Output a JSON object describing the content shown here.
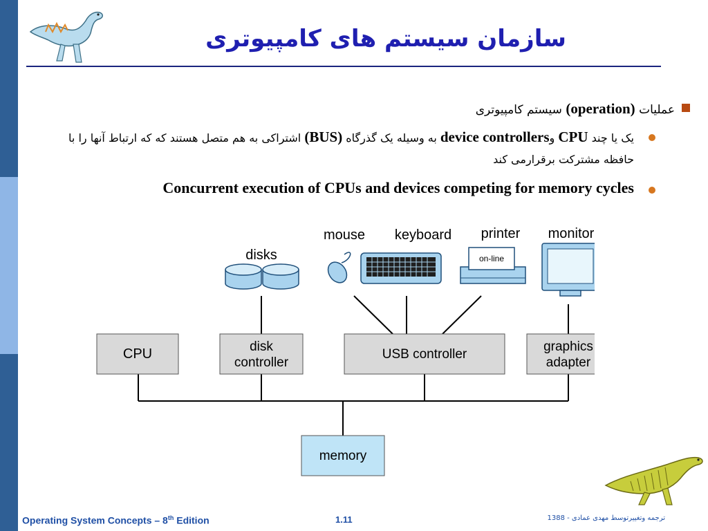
{
  "slide": {
    "title": "سازمان سیستم های کامپیوتری",
    "bullets": {
      "l1_pre": "عملیات ",
      "l1_latin": "(operation)",
      "l1_post": " سیستم کامپیوتری",
      "l2_pre": "یک یا چند ",
      "l2_cpu": "CPU",
      "l2_va": " و",
      "l2_dc": "device controllers",
      "l2_mid": " به وسیله یک گذرگاه ",
      "l2_bus": "(BUS)",
      "l2_post": " اشتراکی به هم متصل هستند که که ارتباط آنها را با حافظه مشترکت برقرارمی کند",
      "l3": "Concurrent execution of CPUs and devices competing for memory cycles"
    }
  },
  "diagram": {
    "colors": {
      "box": "#d9d9d9",
      "memory": "#bfe4f7",
      "line": "#000000",
      "device": "#a9d3ee"
    },
    "devices": {
      "disks": "disks",
      "mouse": "mouse",
      "keyboard": "keyboard",
      "printer": "printer",
      "printer_status": "on-line",
      "monitor": "monitor"
    },
    "components": {
      "cpu": "CPU",
      "disk_controller_1": "disk",
      "disk_controller_2": "controller",
      "usb_controller": "USB controller",
      "graphics_adapter_1": "graphics",
      "graphics_adapter_2": "adapter",
      "memory": "memory"
    }
  },
  "footer": {
    "left_text": "Operating System Concepts – 8",
    "left_sup": "th",
    "left_tail": " Edition",
    "page_number": "1.11",
    "right_text": "ترجمه وتغییرتوسط مهدی عمادی - 1388"
  }
}
